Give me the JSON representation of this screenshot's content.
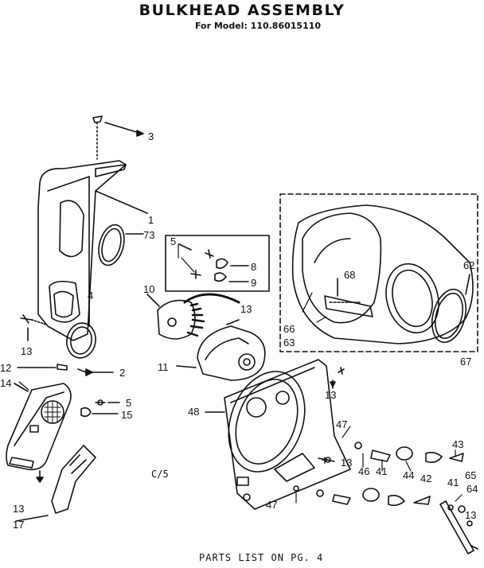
{
  "header": {
    "title": "BULKHEAD ASSEMBLY",
    "subtitle": "For Model: 110.86015110"
  },
  "footer": {
    "note": "PARTS LIST ON PG. 4"
  },
  "diagram_code": "C/5",
  "part_labels": [
    "3",
    "1",
    "73",
    "5",
    "8",
    "9",
    "10",
    "13",
    "4",
    "13",
    "12",
    "2",
    "14",
    "11",
    "5",
    "15",
    "68",
    "62",
    "66",
    "63",
    "67",
    "13",
    "48",
    "47",
    "13",
    "46",
    "41",
    "44",
    "43",
    "65",
    "64",
    "42",
    "41",
    "13",
    "13",
    "47",
    "17"
  ]
}
